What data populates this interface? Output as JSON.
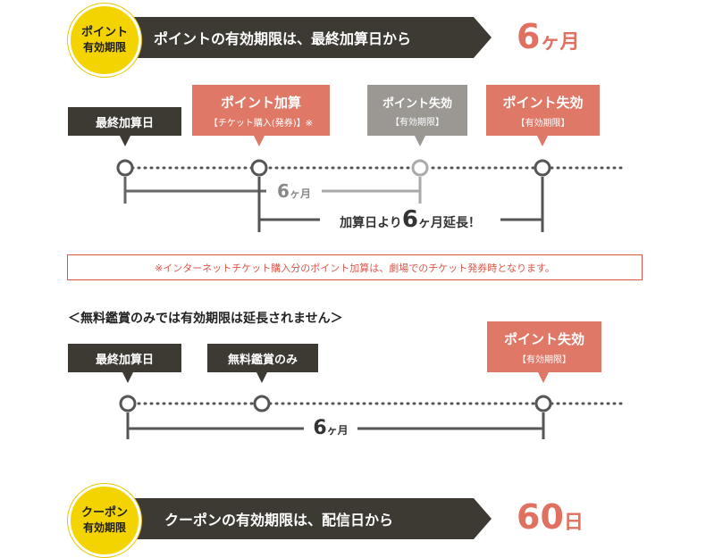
{
  "section1": {
    "badge_line1": "ポイント",
    "badge_line2": "有効期限",
    "banner_text": "ポイントの有効期限は、最終加算日から",
    "big_num": "6",
    "big_unit": "ヶ月"
  },
  "timeline1": {
    "label_last": "最終加算日",
    "label_add_title": "ポイント加算",
    "label_add_sub": "【チケット購入(発券)】※",
    "label_expire_grey_title": "ポイント失効",
    "label_expire_grey_sub": "【有効期限】",
    "label_expire_title": "ポイント失効",
    "label_expire_sub": "【有効期限】",
    "span_grey_num": "6",
    "span_grey_unit": "ヶ月",
    "span_ext_pre": "加算日より",
    "span_ext_num": "6",
    "span_ext_post": "ヶ月延長！"
  },
  "note": "※インターネットチケット購入分のポイント加算は、劇場でのチケット発券時となります。",
  "section2": {
    "heading": "＜無料鑑賞のみでは有効期限は延長されません＞",
    "label_last": "最終加算日",
    "label_free": "無料鑑賞のみ",
    "label_expire_title": "ポイント失効",
    "label_expire_sub": "【有効期限】",
    "span_num": "6",
    "span_unit": "ヶ月"
  },
  "section3": {
    "badge_line1": "クーポン",
    "badge_line2": "有効期限",
    "banner_text": "クーポンの有効期限は、配信日から",
    "big_num": "60",
    "big_unit": "日"
  },
  "colors": {
    "dark": "#3d3a33",
    "pink": "#e07868",
    "grey": "#9b9894",
    "yellow": "#f3d400"
  }
}
